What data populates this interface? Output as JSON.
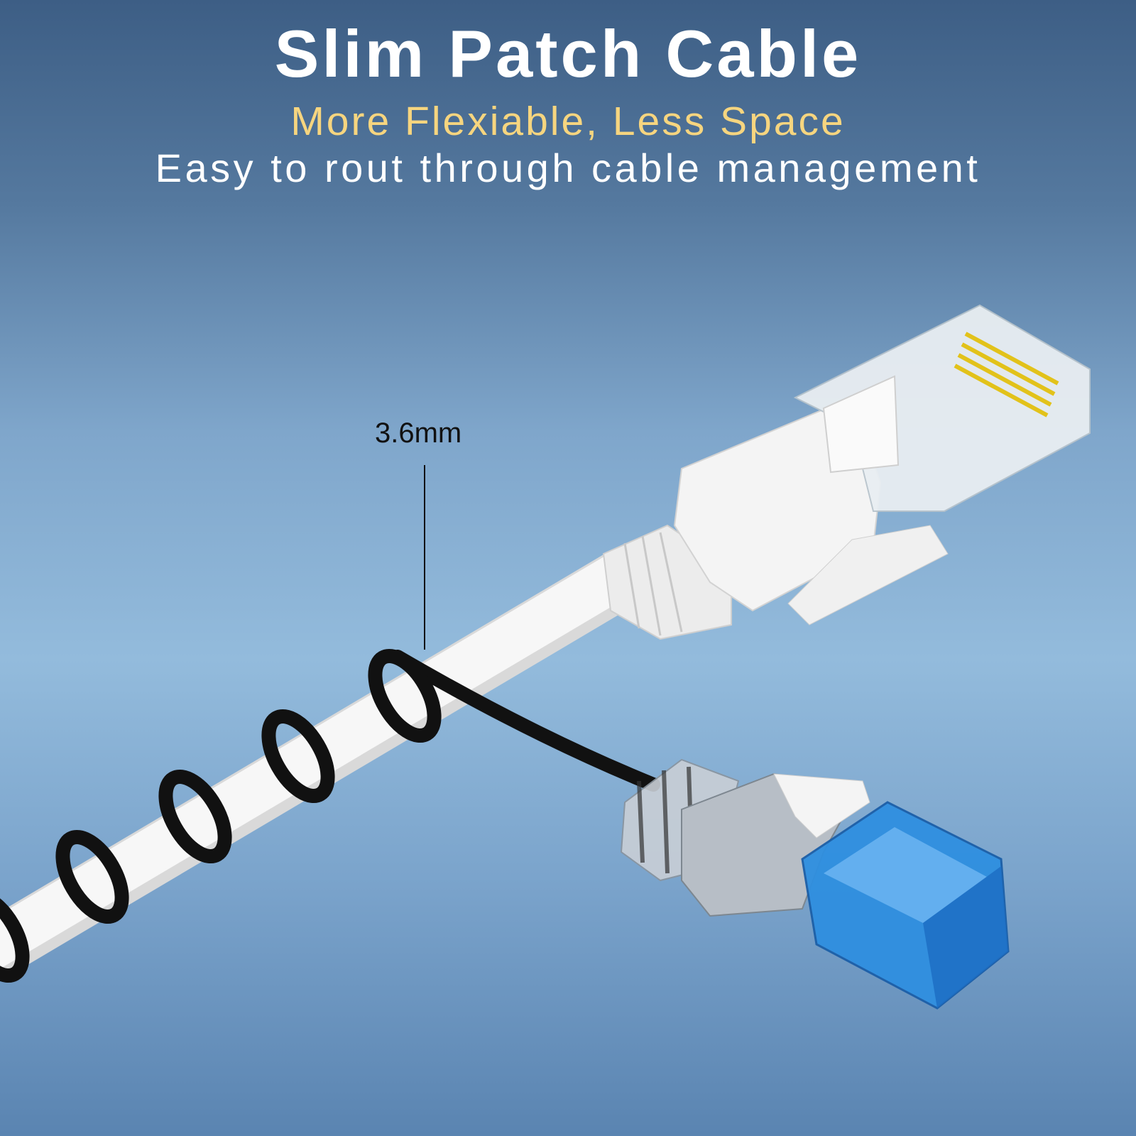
{
  "headline": {
    "title": "Slim Patch Cable",
    "subtitle": "More Flexiable, Less Space",
    "tagline": "Easy to rout through cable management"
  },
  "product_image": {
    "dimension_label": "3.6mm"
  },
  "colors": {
    "title": "#ffffff",
    "subtitle": "#f6d57f",
    "slim_cable": "#111111",
    "standard_cable": "#f4f4f4",
    "slim_plug": "#2f8fe0"
  }
}
